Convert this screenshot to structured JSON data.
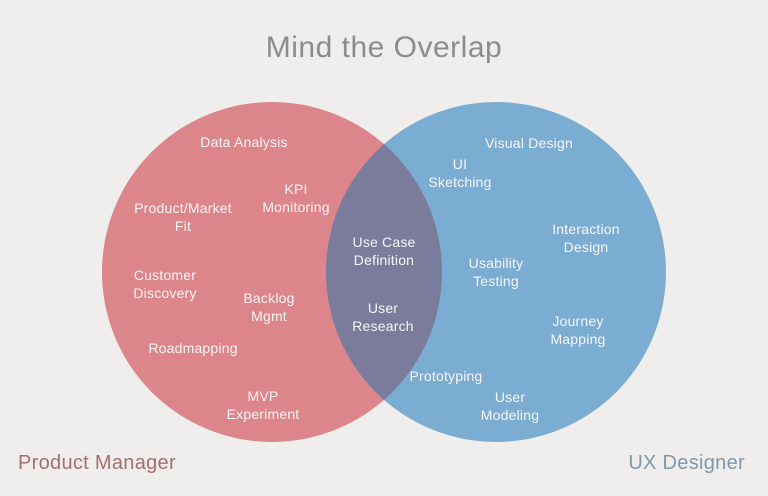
{
  "title": "Mind the Overlap",
  "colors": {
    "background": "#efeeec",
    "left_circle": "#dc858a",
    "right_circle": "#7badd2",
    "overlap": "#7b7c9c",
    "item_text": "#f7f5f6",
    "title_text": "#8c8c8c",
    "left_label_text": "#a3706f",
    "right_label_text": "#7e98ab"
  },
  "venn": {
    "left": {
      "label": "Product Manager",
      "items": [
        "Data Analysis",
        "KPI\nMonitoring",
        "Product/Market\nFit",
        "Customer\nDiscovery",
        "Backlog\nMgmt",
        "Roadmapping",
        "MVP\nExperiment"
      ]
    },
    "overlap": {
      "items": [
        "Use Case\nDefinition",
        "User\nResearch"
      ]
    },
    "right": {
      "label": "UX Designer",
      "items": [
        "Visual Design",
        "UI\nSketching",
        "Interaction\nDesign",
        "Usability\nTesting",
        "Journey\nMapping",
        "Prototyping",
        "User\nModeling"
      ]
    }
  }
}
